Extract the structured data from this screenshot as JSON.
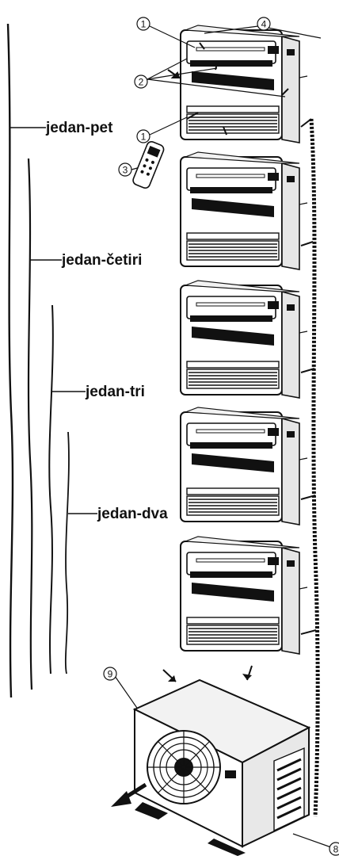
{
  "labels": {
    "group_five": "jedan-pet",
    "group_four": "jedan-četiri",
    "group_three": "jedan-tri",
    "group_two": "jedan-dva"
  },
  "callouts": {
    "c1": "1",
    "c2": "2",
    "c3": "3",
    "c4": "4",
    "c8": "8",
    "c9": "9"
  },
  "components": {
    "indoor_unit_count": 5,
    "outdoor_unit_count": 1
  }
}
